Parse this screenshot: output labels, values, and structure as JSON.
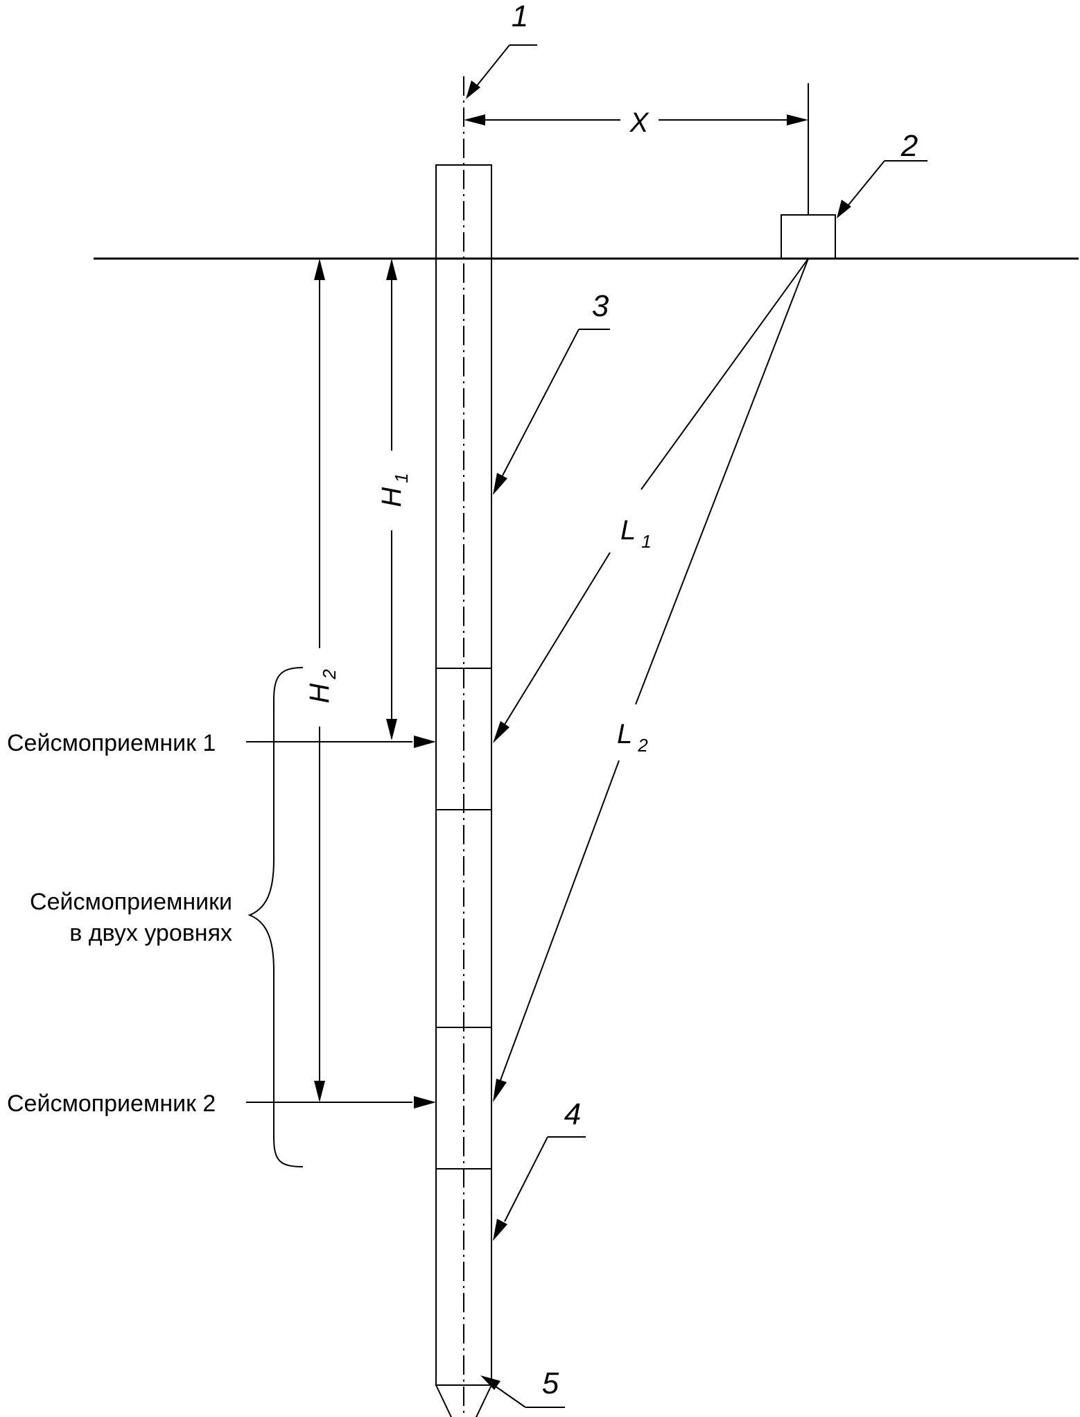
{
  "callouts": {
    "c1": "1",
    "c2": "2",
    "c3": "3",
    "c4": "4",
    "c5": "5"
  },
  "dimensions": {
    "x": {
      "symbol": "X",
      "subscript": ""
    },
    "h1": {
      "symbol": "H",
      "subscript": "1"
    },
    "h2": {
      "symbol": "H",
      "subscript": "2"
    },
    "l1": {
      "symbol": "L",
      "subscript": "1"
    },
    "l2": {
      "symbol": "L",
      "subscript": "2"
    }
  },
  "labels": {
    "receiver1": "Сейсмоприемник 1",
    "receivers_line1": "Сейсмоприемники",
    "receivers_line2": "в двух уровнях",
    "receiver2": "Сейсмоприемник 2"
  }
}
